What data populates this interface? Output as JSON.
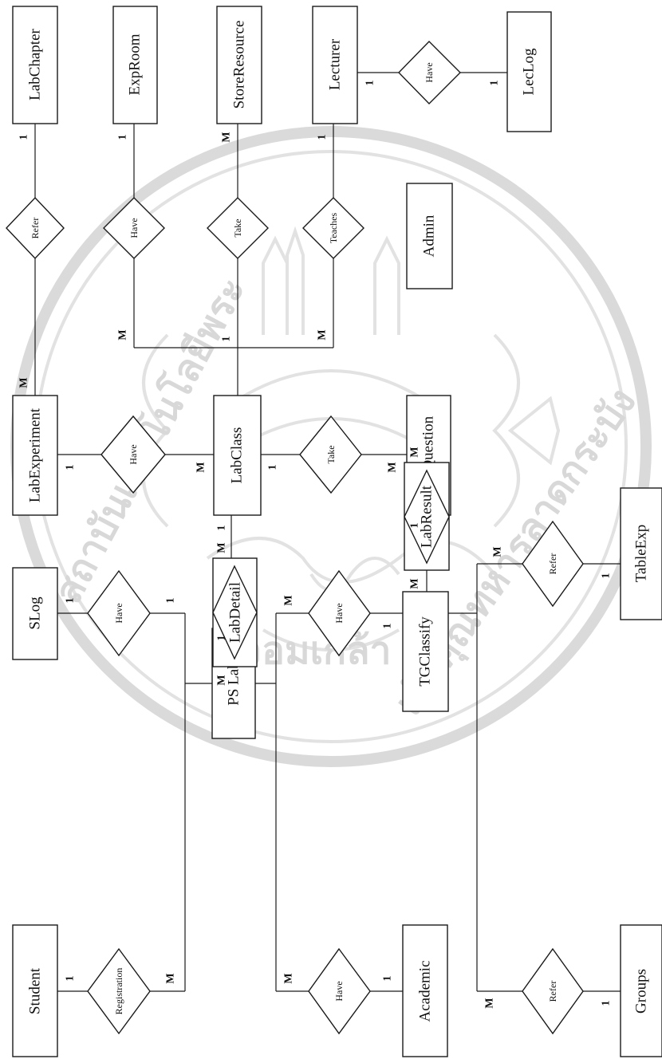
{
  "entities": {
    "student": "Student",
    "academic": "Academic",
    "slog": "SLog",
    "pslab": "PS Lab",
    "tgclassify": "TGClassify",
    "groups": "Groups",
    "tableexp": "TableExp",
    "labdetail": "LabDetail",
    "labresult": "LabResult",
    "labexperiment": "LabExperiment",
    "labclass": "LabClass",
    "labquestion": "LabQuestion",
    "labchapter": "LabChapter",
    "exproom": "ExpRoom",
    "storeresource": "StoreResource",
    "lecturer": "Lecturer",
    "admin": "Admin",
    "leclog": "LecLog"
  },
  "relationships": {
    "registration": "Registration",
    "have_academic": "Have",
    "have_slog": "Have",
    "have_tgclassify": "Have",
    "refer_groups": "Refer",
    "refer_tableexp": "Refer",
    "have_labexperiment": "Have",
    "take_labquestion": "Take",
    "refer_labchapter": "Refer",
    "have_exproom": "Have",
    "take_storeresource": "Take",
    "teaches": "Teaches",
    "have_leclog": "Have"
  },
  "cardinalities": {
    "student_registration": "1",
    "registration_pslab": "M",
    "academic_have": "1",
    "have_pslab_academic": "M",
    "slog_have": "1",
    "have_pslab_slog": "1",
    "tgclassify_have": "1",
    "have_pslab_tg": "M",
    "groups_refer": "1",
    "refer_tg_groups": "M",
    "tableexp_refer": "1",
    "refer_tg_tableexp": "M",
    "pslab_labdetail": "1",
    "labdetail_pslab": "M",
    "labdetail_labclass": "M",
    "labclass_labdetail": "1",
    "tg_labresult": "M",
    "labresult_labquestion": "M",
    "labquestion_labresult": "1",
    "labexperiment_have": "1",
    "labclass_have": "M",
    "labclass_take": "1",
    "labquestion_take": "M",
    "labexperiment_refer": "M",
    "labchapter_refer": "1",
    "bus_have_exproom": "M",
    "exproom_have": "1",
    "bus_take": "1",
    "storeresource_take": "M",
    "bus_teaches": "M",
    "lecturer_teaches": "1",
    "lecturer_have": "1",
    "leclog_have": "1"
  },
  "watermark": {
    "text_left": "สถาบันเทคโนโลยีพระ",
    "text_bottom": "จอมเกล้า",
    "text_right": "เจ้าคุณทหารลาดกระบัง"
  }
}
